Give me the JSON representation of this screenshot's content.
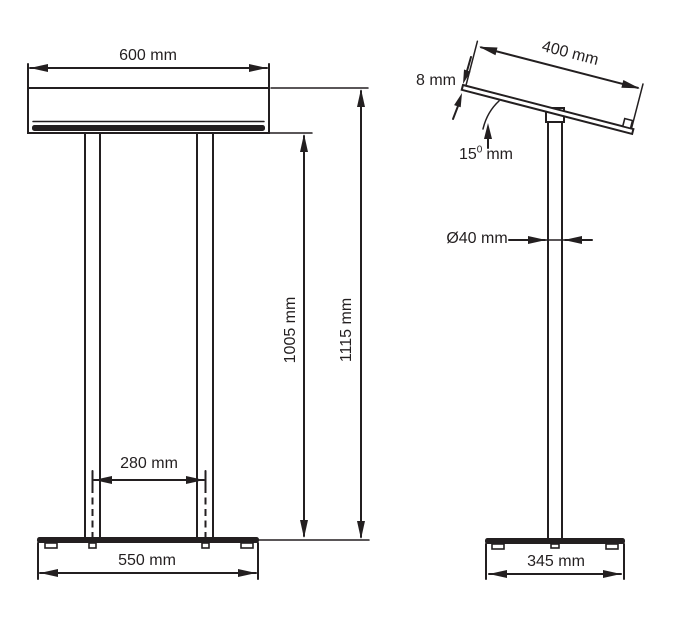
{
  "line_color": "#231f20",
  "front_view": {
    "top_width_label": "600 mm",
    "post_spacing_label": "280 mm",
    "base_width_label": "550 mm",
    "post_height_label": "1005 mm",
    "overall_height_label": "1115 mm"
  },
  "side_view": {
    "top_depth_label": "400 mm",
    "top_thickness_label": "8 mm",
    "angle_value": "15",
    "angle_sup": "0",
    "angle_unit": "mm",
    "post_diameter_label": "Ø40 mm",
    "base_depth_label": "345 mm"
  }
}
